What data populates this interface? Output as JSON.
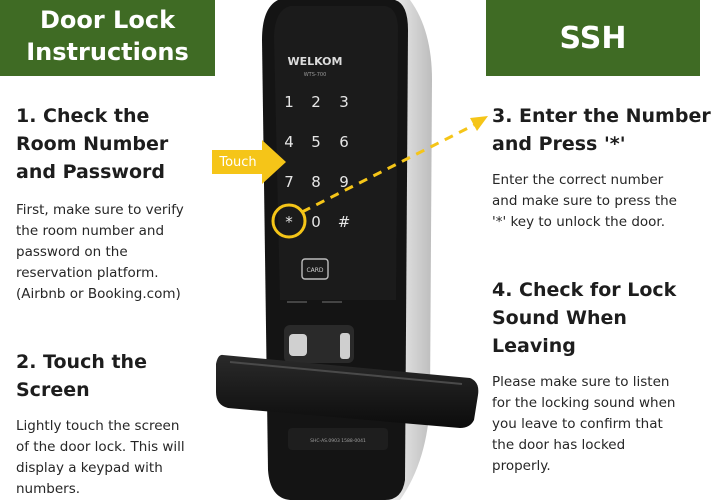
{
  "banners": {
    "left": [
      "Door Lock",
      "Instructions"
    ],
    "right": "SSH"
  },
  "steps": [
    {
      "title": [
        "1. Check the",
        "Room Number",
        "and Password"
      ],
      "body": [
        "First, make sure to verify",
        "the room number and",
        "password on the",
        "reservation platform.",
        "(Airbnb or Booking.com)"
      ]
    },
    {
      "title": [
        "2. Touch the",
        "Screen"
      ],
      "body": [
        "Lightly touch the screen",
        "of the door lock. This will",
        "display a keypad with",
        "numbers."
      ]
    },
    {
      "title": [
        "3. Enter the Number",
        "and Press '*'"
      ],
      "body": [
        "Enter the correct number",
        "and make sure to press the",
        "'*' key to unlock the door."
      ]
    },
    {
      "title": [
        "4. Check for Lock",
        "Sound When",
        "Leaving"
      ],
      "body": [
        "Please make sure to listen",
        "for the locking sound when",
        "you leave to confirm that",
        "the door has locked",
        "properly."
      ]
    }
  ],
  "lock": {
    "brand": "WELKOM",
    "model": "WTS-700",
    "keypad": [
      "1",
      "2",
      "3",
      "4",
      "5",
      "6",
      "7",
      "8",
      "9",
      "*",
      "0",
      "#"
    ],
    "card_label": "CARD",
    "handle_text": "SHC-AS.0903 1588-0041",
    "touch_label": "Touch",
    "accent_color": "#f5c518"
  }
}
